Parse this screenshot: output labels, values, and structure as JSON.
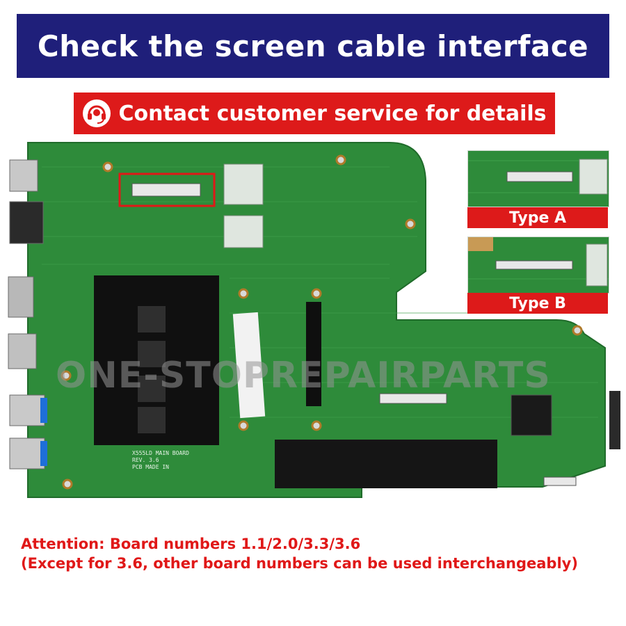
{
  "header": {
    "title": "Check the screen cable interface",
    "contact_label": "Contact customer service for details"
  },
  "types": {
    "a_label": "Type A",
    "b_label": "Type B"
  },
  "board": {
    "silkscreen_name": "X555LD MAIN BOARD",
    "silkscreen_rev": "REV. 3.6",
    "silkscreen_made": "PCB MADE IN"
  },
  "watermark": "ONE-STOPREPAIRPARTS",
  "note": {
    "line1": "Attention: Board numbers 1.1/2.0/3.3/3.6",
    "line2": "(Except for 3.6, other board numbers can be used interchangeably)"
  },
  "colors": {
    "banner": "#1f1f7a",
    "accent_red": "#dd1a1a",
    "pcb_green": "#2e8b3a"
  }
}
